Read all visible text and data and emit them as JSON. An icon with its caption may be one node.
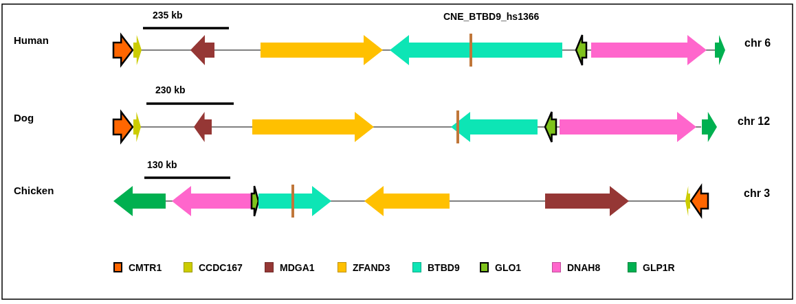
{
  "diagram": {
    "labels": [
      "235 kb",
      "CNE_BTBD9_hs1366",
      "Human",
      "chr 6",
      "Dog",
      "230 kb",
      "chr 12",
      "Chicken",
      "130 kb",
      "chr 3"
    ],
    "legend": [
      {
        "text": "CMTR1",
        "color": "#ff6600"
      },
      {
        "text": "CCDC167",
        "color": "#cccc00"
      },
      {
        "text": "MDGA1",
        "color": "#953735"
      },
      {
        "text": "ZFAND3",
        "color": "#ffc000"
      },
      {
        "text": "BTBD9",
        "color": "#0de5b5"
      },
      {
        "text": "GLO1",
        "color": "#7fc31c"
      },
      {
        "text": "DNAH8",
        "color": "#ff66cc"
      },
      {
        "text": "GLP1R",
        "color": "#00b050"
      }
    ]
  }
}
